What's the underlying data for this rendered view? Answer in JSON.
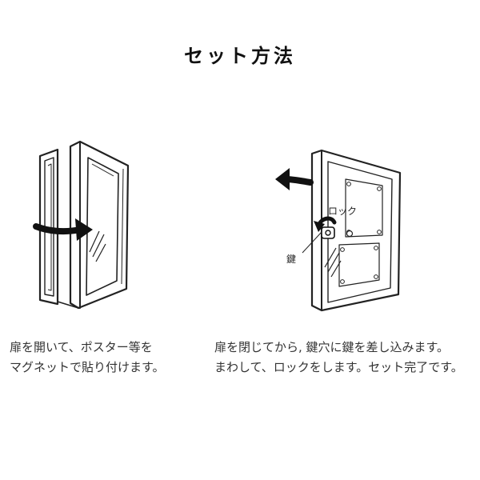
{
  "title": "セット方法",
  "steps": [
    {
      "caption_lines": [
        "扉を開いて、ポスター等を",
        "マグネットで貼り付けます。"
      ]
    },
    {
      "caption_lines": [
        "扉を閉じてから, 鍵穴に鍵を差し込みます。",
        "まわして、ロックをします。セット完了です。"
      ],
      "label_lock": "ロック",
      "label_key": "鍵"
    }
  ],
  "colors": {
    "line": "#222222",
    "text": "#333333",
    "background": "#ffffff"
  },
  "icons": [
    "open-arrow-icon",
    "close-arrow-icon",
    "rotate-arrow-icon",
    "key-icon"
  ]
}
